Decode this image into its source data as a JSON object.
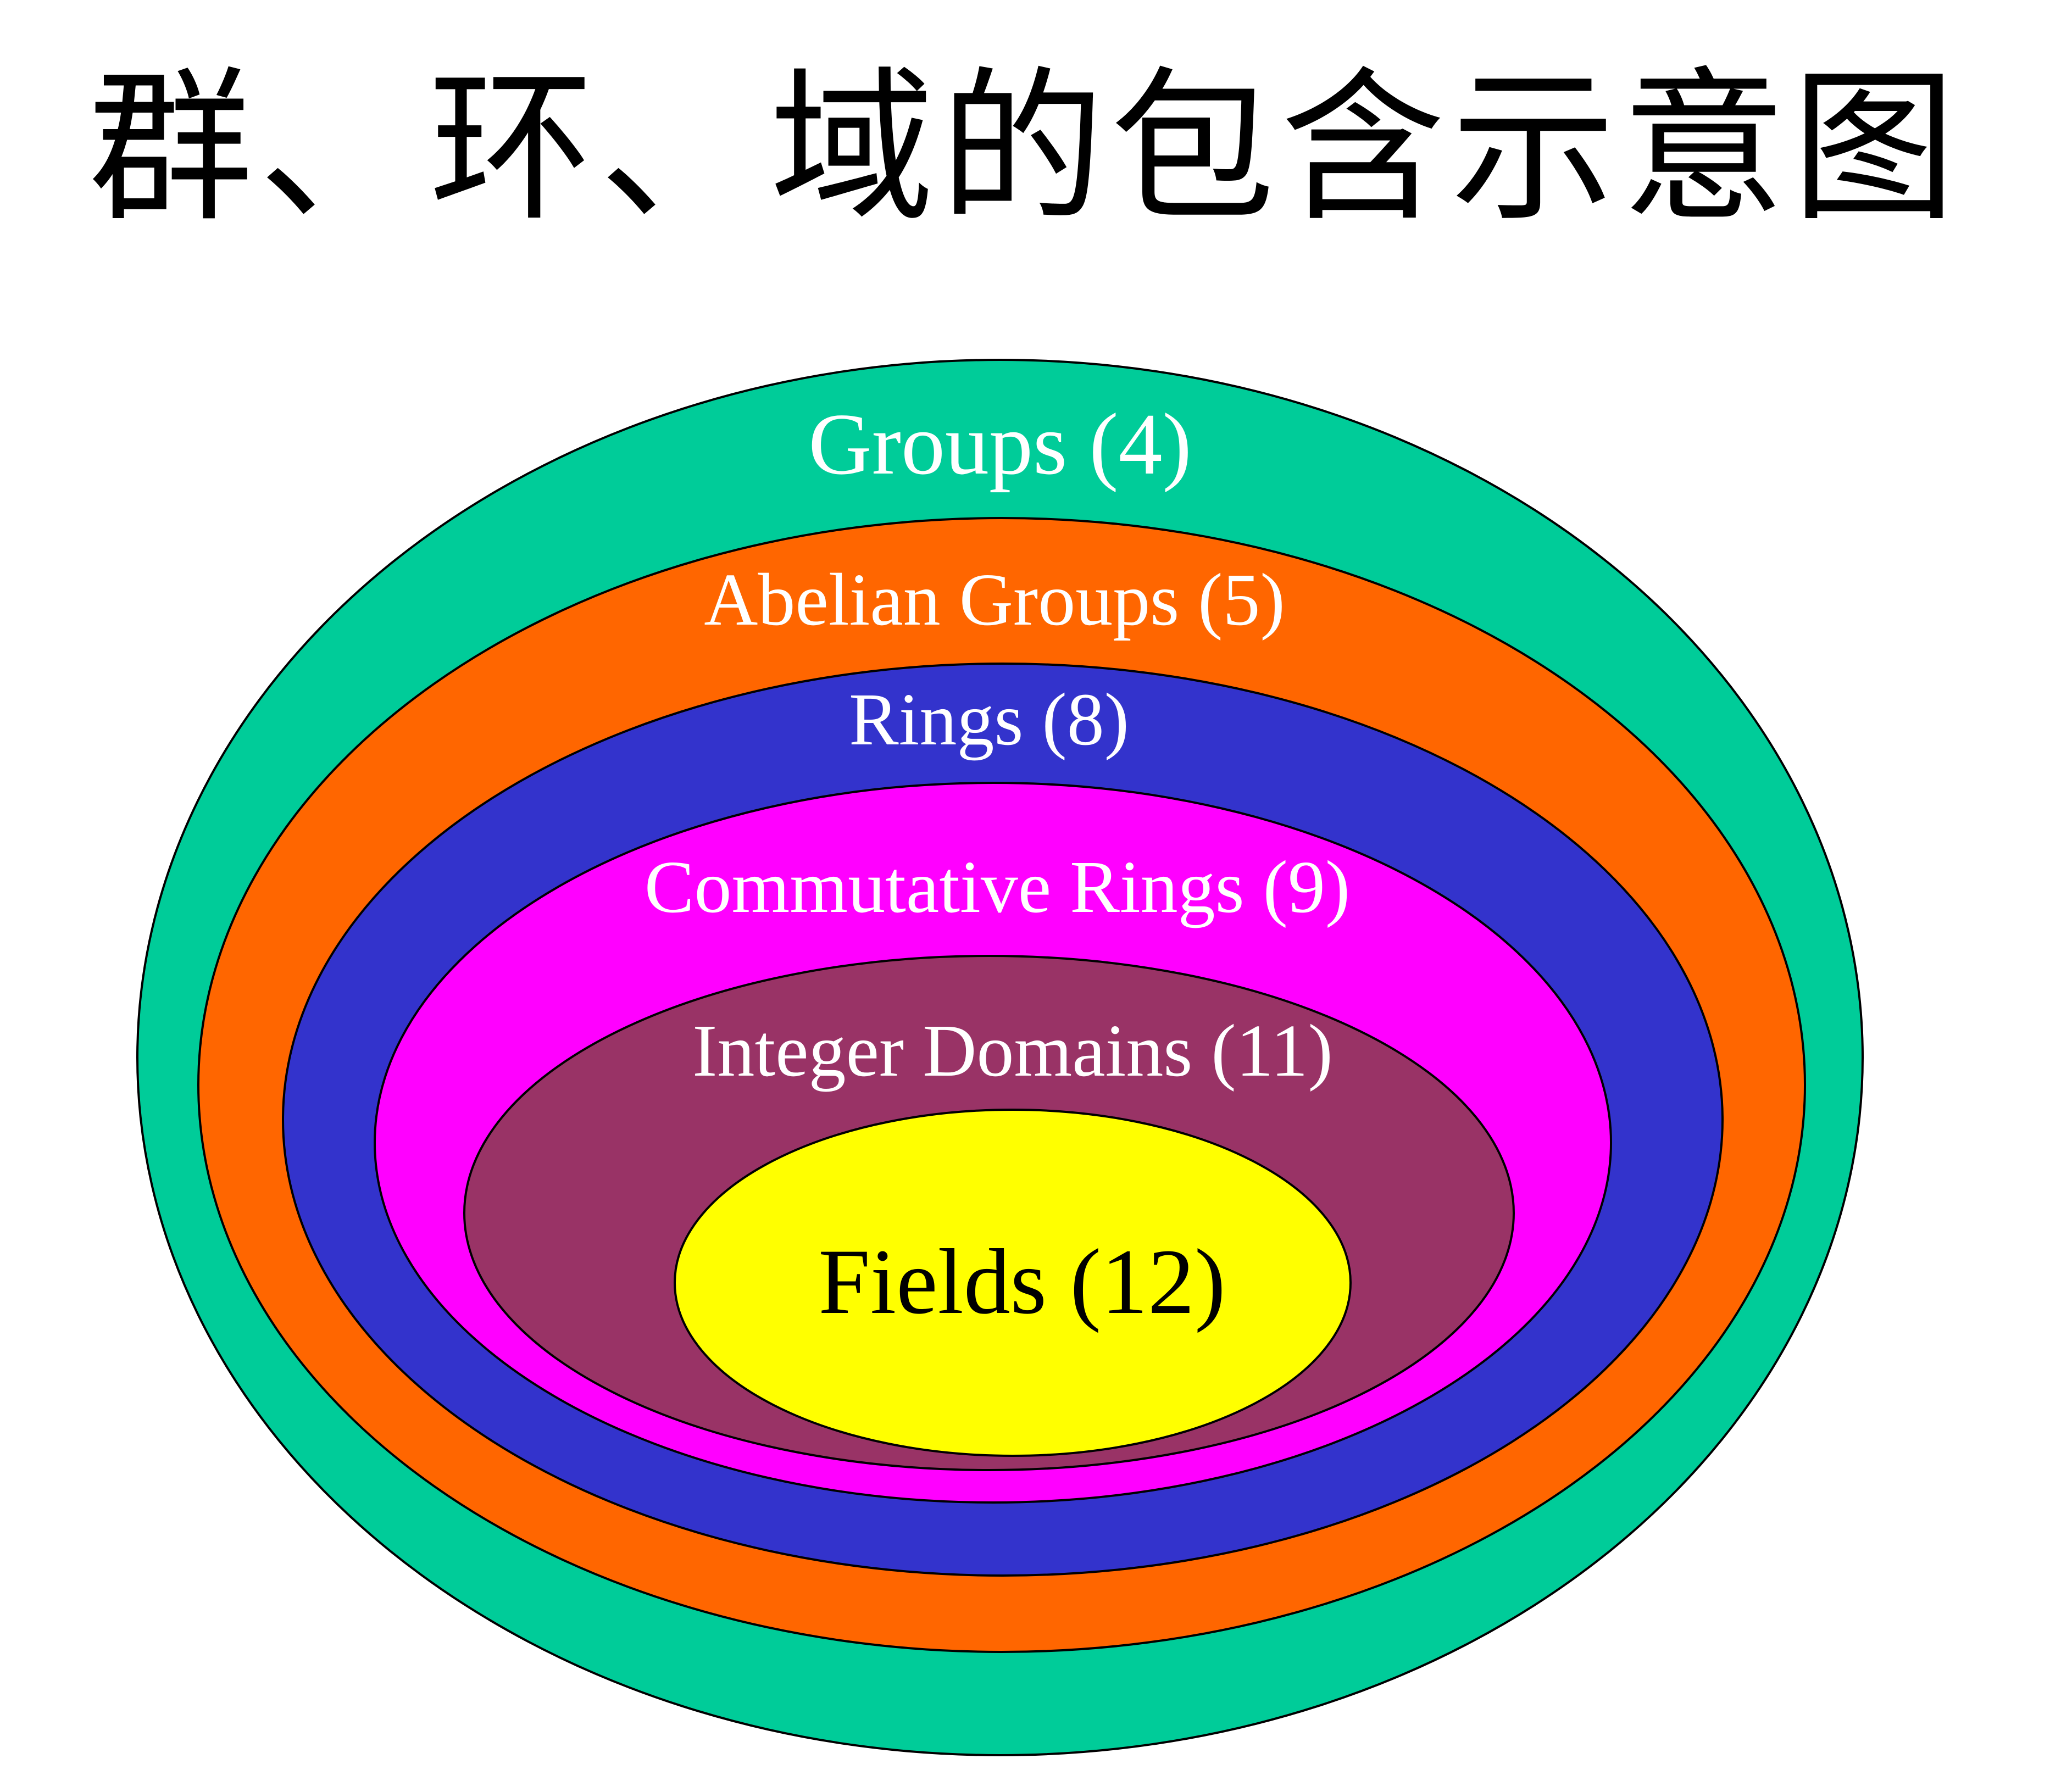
{
  "title": "群、环、域的包含示意图",
  "regions": [
    {
      "id": "groups",
      "label": "Groups (4)",
      "fill": "#00CC99",
      "text_color": "#FFFFFF"
    },
    {
      "id": "abelian_groups",
      "label": "Abelian Groups (5)",
      "fill": "#FF6600",
      "text_color": "#FFFFFF"
    },
    {
      "id": "rings",
      "label": "Rings (8)",
      "fill": "#3333CC",
      "text_color": "#FFFFFF"
    },
    {
      "id": "commutative_rings",
      "label": "Commutative Rings (9)",
      "fill": "#FF00FF",
      "text_color": "#FFFFFF"
    },
    {
      "id": "integer_domains",
      "label": "Integer Domains (11)",
      "fill": "#993366",
      "text_color": "#FFFFFF"
    },
    {
      "id": "fields",
      "label": "Fields (12)",
      "fill": "#FFFF00",
      "text_color": "#000000"
    }
  ],
  "outline_color": "#000000"
}
